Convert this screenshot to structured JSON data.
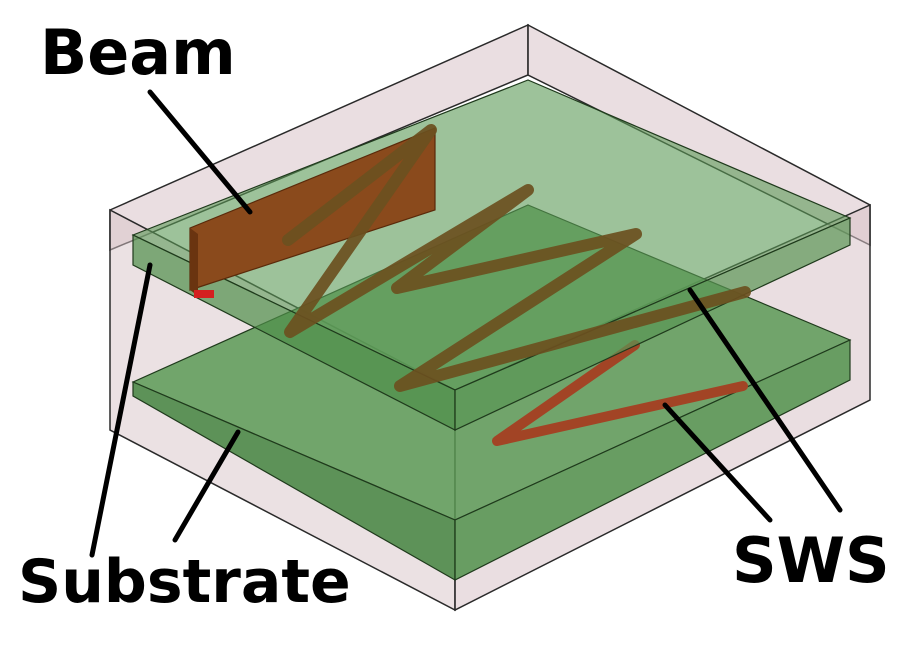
{
  "labels": {
    "beam": "Beam",
    "sws": "SWS",
    "substrate": "Substrate"
  },
  "colors": {
    "housing_fill": "#d8c3c8",
    "housing_edge": "#2a2a2a",
    "substrate_fill": "#5c9a56",
    "beam_fill": "#8a4a1c",
    "sws_upper": "#6b5020",
    "sws_lower": "#a24425",
    "leader": "#000000"
  }
}
